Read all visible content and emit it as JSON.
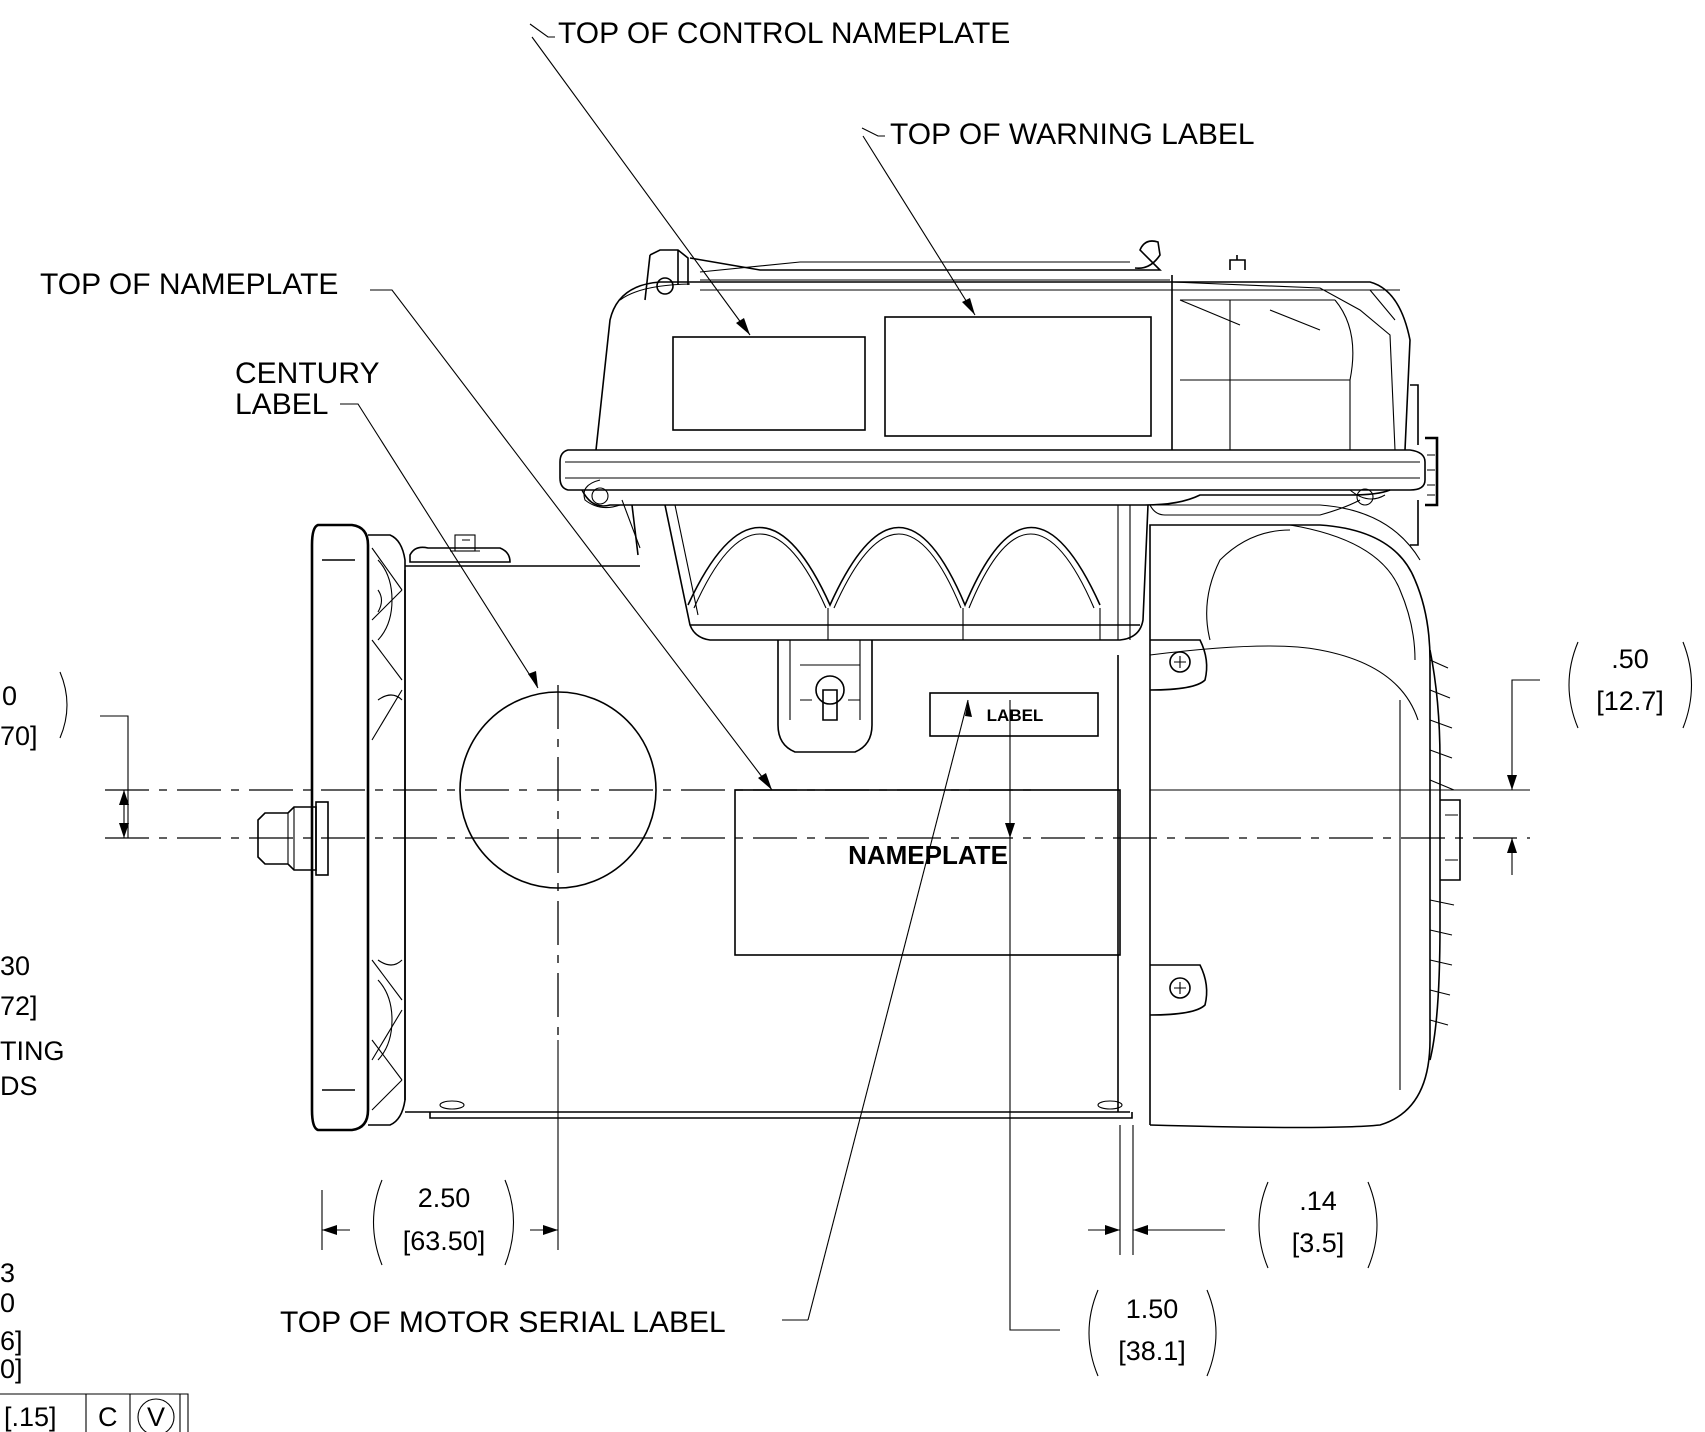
{
  "labels": {
    "top_control_nameplate": "TOP OF CONTROL NAMEPLATE",
    "top_warning_label": "TOP OF WARNING LABEL",
    "top_nameplate": "TOP OF NAMEPLATE",
    "century_label_line1": "CENTURY",
    "century_label_line2": "LABEL",
    "label_box": "LABEL",
    "nameplate_box": "NAMEPLATE",
    "top_motor_serial_label": "TOP OF MOTOR SERIAL LABEL"
  },
  "dimensions": {
    "d_050": {
      "inch": ".50",
      "mm": "[12.7]"
    },
    "d_250": {
      "inch": "2.50",
      "mm": "[63.50]"
    },
    "d_014": {
      "inch": ".14",
      "mm": "[3.5]"
    },
    "d_150": {
      "inch": "1.50",
      "mm": "[38.1]"
    }
  },
  "cropped_left": {
    "t1": "0",
    "t2": "70]",
    "t3": "30",
    "t4": "72]",
    "t5": "TING",
    "t6": "DS",
    "t7": "3",
    "t8": "0",
    "t9": "6]",
    "t10": "0]"
  },
  "tolerance_frame": {
    "value": "[.15]",
    "datum": "C",
    "modifier": "V"
  }
}
